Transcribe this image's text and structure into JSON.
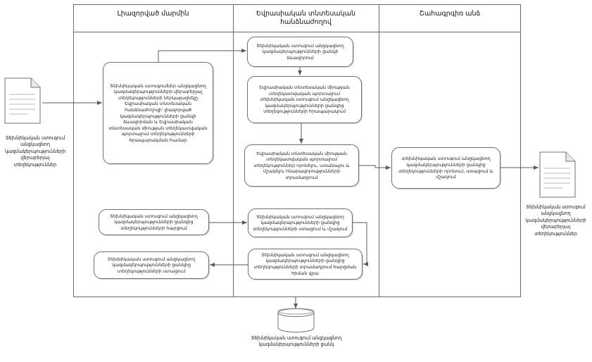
{
  "diagram": {
    "type": "swimlane-flowchart",
    "lanes": [
      {
        "id": "authority",
        "title": "Լիազորված մարմին"
      },
      {
        "id": "commission",
        "title": "Եվրասիական տնտեսական հանձնաժողով"
      },
      {
        "id": "stakeholder",
        "title": "Շահագրգիռ անձ"
      }
    ],
    "documents": {
      "input": {
        "name": "input-document",
        "caption": "Տեխնիկական ստուգում անցկացնող կազմակերպությունների վերաբերյալ տեղեկություններ"
      },
      "output": {
        "name": "output-document",
        "caption": "Տեխնիկական ստուգում անցկացնող կազմակերպությունների վերաբերյալ տեղեկություններ"
      }
    },
    "datastore": {
      "name": "organizations-registry",
      "caption": "Տեխնիկական ստուգում անցկացնող կազմակերպությունների ցանկ"
    },
    "nodes": {
      "authority_main": "Տեխնիկական ստուգումներ անցկացնող կազմակերպությունների վերաբերյալ տեղեկությունների ներկայացնելը Եվրասիական տնտեսական հանձնաժողովի՝ լիազորված կազմակերպությունների ցանկի ձևավորման և Եվրասիական տնտեսական միության տեղեկատվական պորտալում տեղեկությունների հրապարակման համար",
      "authority_request": "Տեխնիկական ստուգում անցկացնող կազմակերպությունների ցանկից տեղեկությունների հարցում",
      "authority_receive": "Տեխնիկական ստուգում անցկացնող կազմակերպությունների ցանկից տեղեկությունների ստացում",
      "commission_form_list": "Տեխնիկական ստուգում անցկացնող կազմակերպությունների ցանկի ձևավորում",
      "commission_publish": "Եվրասիական տնտեսական միության տեղեկատվական պորտալում տեխնիկական ստուգում անցկացնող կազմակերպությունների ցանկից տեղեկությունների հրապարակում",
      "commission_provide_portal": "Եվրասիական տնտեսական միության տեղեկատվական պորտալում տեղեկություններ որոնելու, ստանալու և մշակելու հնարավորությունների տրամադրում",
      "commission_receive_process": "Տեխնիկական ստուգում անցկացնող կազմակերպությունների ցանկից տեղեկությունների ստացում և մշակում",
      "commission_provide_on_request": "Տեխնիկական ստուգում անցկացնող կազմակերպությունների ցանկից տեղեկությունների տրամադրում հարցման հիման վրա",
      "stakeholder_search": "տեխնիկական ստուգում անցկացնող կազմակերպությունների ցանկից տեղեկությունների որոնում, ստացում և մշակում"
    },
    "colors": {
      "line": "#6f6f6f",
      "frame": "#6b6b6b",
      "text": "#141414",
      "background": "#ffffff"
    }
  }
}
